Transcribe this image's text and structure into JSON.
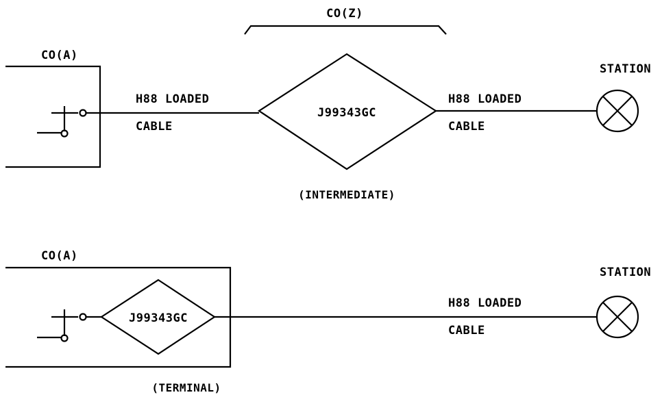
{
  "top": {
    "co_z_label": "CO(Z)",
    "co_a_label": "CO(A)",
    "cable_left_line1": "H88 LOADED",
    "cable_left_line2": "CABLE",
    "unit_label": "J99343GC",
    "cable_right_line1": "H88 LOADED",
    "cable_right_line2": "CABLE",
    "station_label": "STATION",
    "mode_label": "(INTERMEDIATE)"
  },
  "bottom": {
    "co_a_label": "CO(A)",
    "unit_label": "J99343GC",
    "cable_line1": "H88 LOADED",
    "cable_line2": "CABLE",
    "station_label": "STATION",
    "mode_label": "(TERMINAL)"
  }
}
